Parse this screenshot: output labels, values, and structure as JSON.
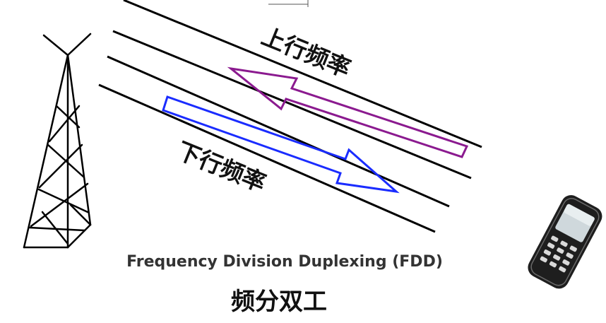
{
  "diagram": {
    "uplink_label": "上行频率",
    "downlink_label": "下行频率",
    "caption_en": "Frequency Division Duplexing (FDD)",
    "caption_cn": "频分双工"
  },
  "colors": {
    "uplink_arrow": "#8b1a8f",
    "downlink_arrow": "#1a2cff",
    "lines": "#000000",
    "phone_body": "#1e1e1e",
    "phone_screen": "#cfd8dc"
  },
  "icons": {
    "tower": "cell-tower-icon",
    "phone": "mobile-phone-icon"
  }
}
